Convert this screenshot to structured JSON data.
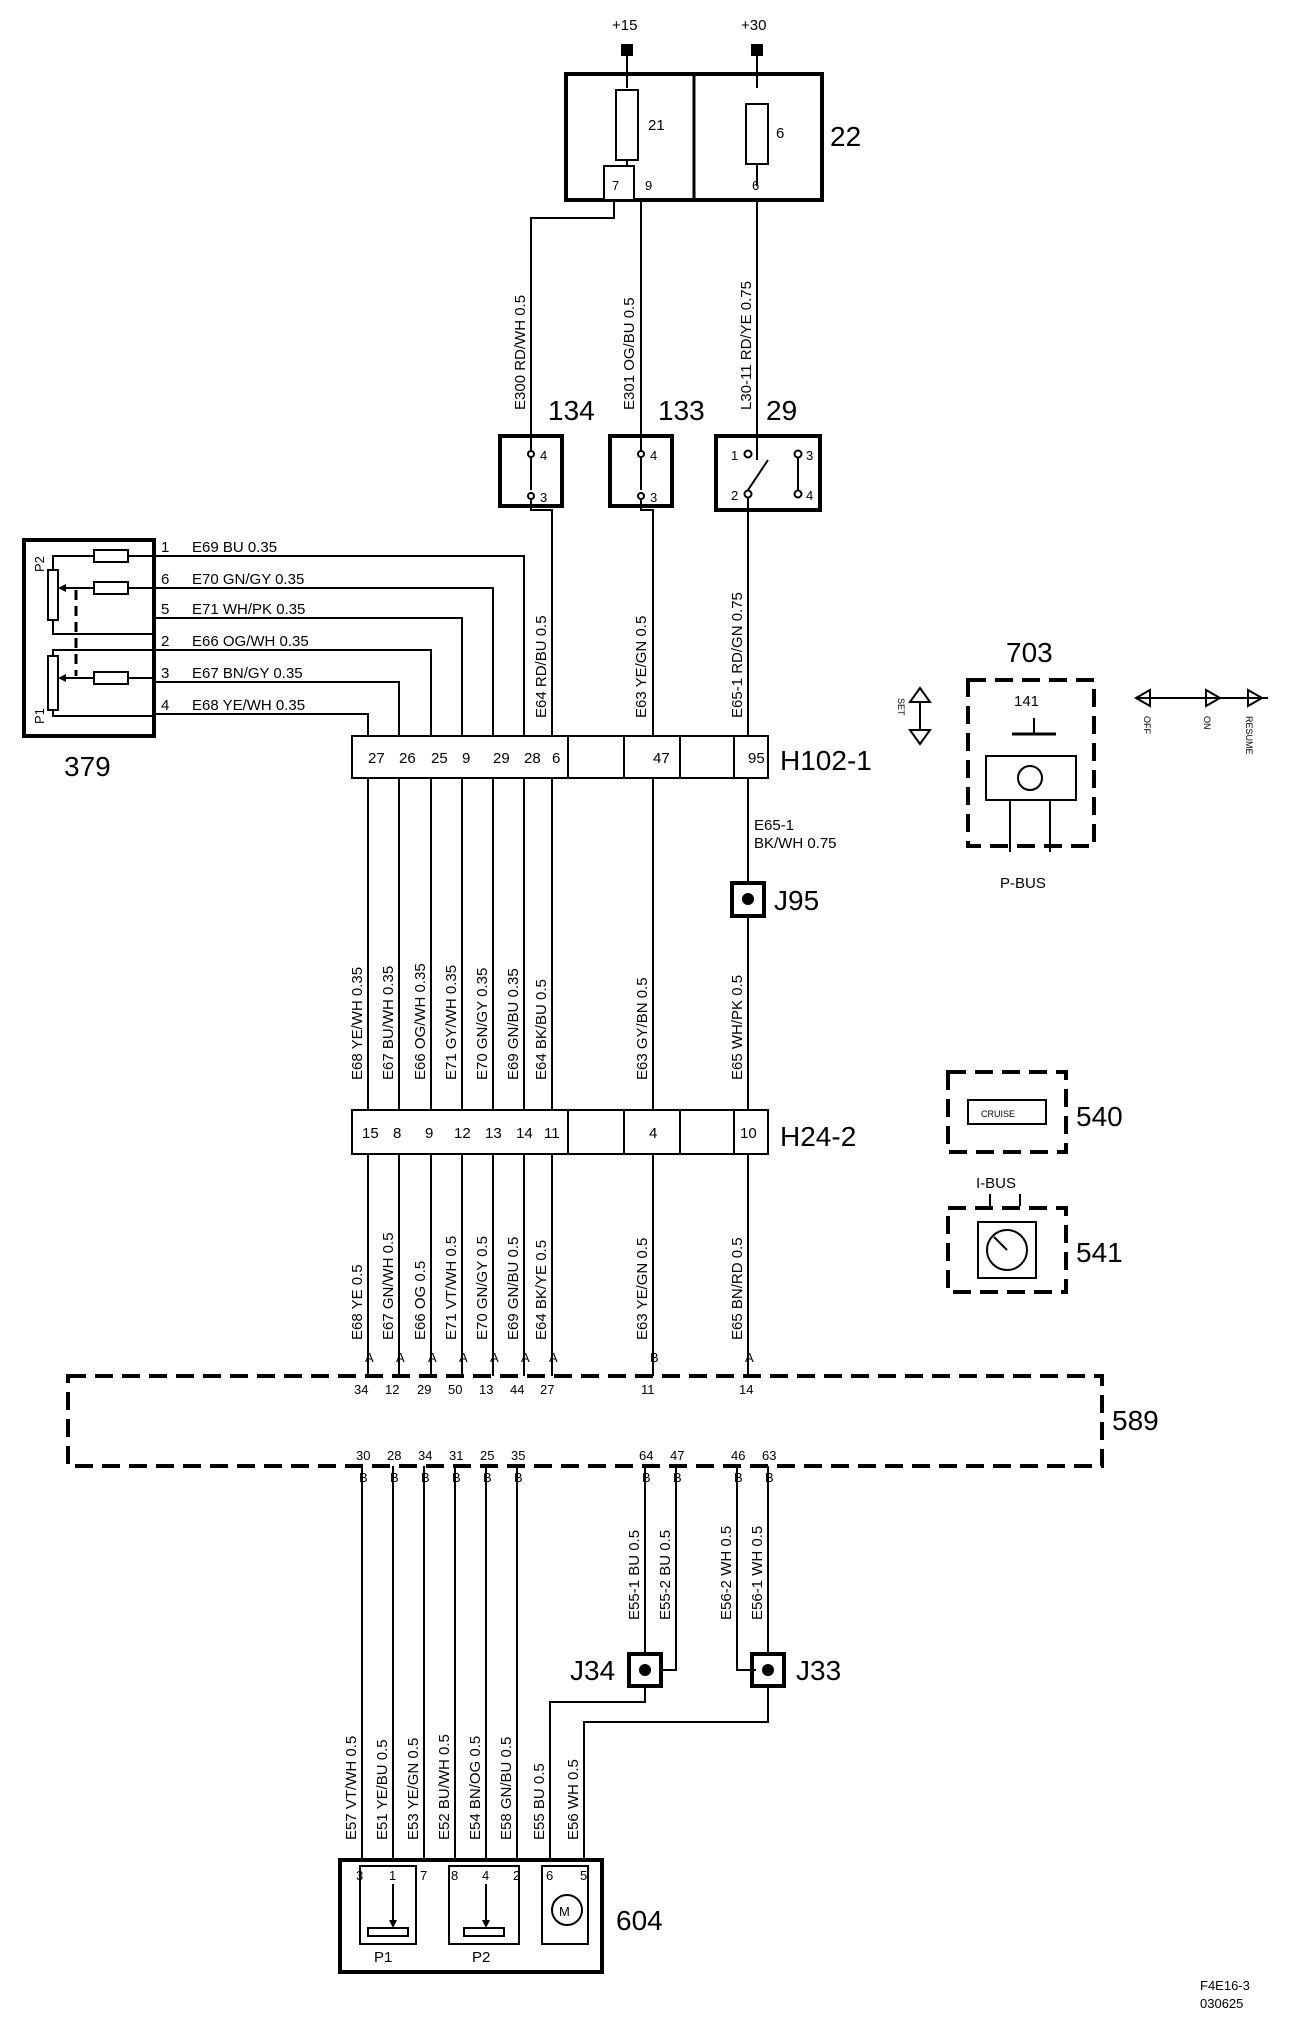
{
  "supply": {
    "p15": "+15",
    "p30": "+30"
  },
  "comp": {
    "c22": {
      "id": "22",
      "fuse21": "21",
      "fuse6": "6",
      "pin7": "7",
      "pin9": "9",
      "pin6": "6"
    },
    "c134": {
      "id": "134",
      "pin4": "4",
      "pin3": "3"
    },
    "c133": {
      "id": "133",
      "pin4": "4",
      "pin3": "3"
    },
    "c29": {
      "id": "29",
      "pin1": "1",
      "pin2": "2",
      "pin3": "3",
      "pin4": "4"
    },
    "c379": {
      "id": "379",
      "p1": "P1",
      "p2": "P2"
    },
    "c703": {
      "id": "703",
      "inner": "141",
      "bus": "P-BUS"
    },
    "c540": {
      "id": "540",
      "inner": "CRUISE",
      "bus": "I-BUS"
    },
    "c541": {
      "id": "541"
    },
    "c589": {
      "id": "589"
    },
    "c604": {
      "id": "604",
      "p1": "P1",
      "p2": "P2",
      "motor": "M",
      "pins": [
        "3",
        "1",
        "7",
        "8",
        "4",
        "2",
        "6",
        "5"
      ]
    }
  },
  "upper_wires": {
    "e300": "E300  RD/WH  0.5",
    "e301": "E301  OG/BU  0.5",
    "l30": "L30-11  RD/YE  0.75",
    "e64": "E64  RD/BU  0.5",
    "e63": "E63  YE/GN  0.5",
    "e651": "E65-1  RD/GN  0.75"
  },
  "sensor_wires": [
    {
      "pin": "1",
      "text": "E69   BU    0.35"
    },
    {
      "pin": "6",
      "text": "E70   GN/GY   0.35"
    },
    {
      "pin": "5",
      "text": "E71   WH/PK  0.35"
    },
    {
      "pin": "2",
      "text": "E66   OG/WH  0.35"
    },
    {
      "pin": "3",
      "text": "E67   BN/GY   0.35"
    },
    {
      "pin": "4",
      "text": "E68   YE/WH   0.35"
    }
  ],
  "h102": {
    "id": "H102-1",
    "pins": [
      "27",
      "26",
      "25",
      "9",
      "29",
      "28",
      "6",
      "47",
      "95"
    ]
  },
  "mid_wires": [
    "E68  YE/WH  0.35",
    "E67  BU/WH  0.35",
    "E66  OG/WH  0.35",
    "E71  GY/WH  0.35",
    "E70  GN/GY  0.35",
    "E69  GN/BU  0.35",
    "E64  BK/BU  0.5",
    "E63  GY/BN  0.5"
  ],
  "e651_bk": {
    "line1": "E65-1",
    "line2": "BK/WH  0.75"
  },
  "j95": {
    "id": "J95"
  },
  "e65_mid": "E65  WH/PK  0.5",
  "h24": {
    "id": "H24-2",
    "pins": [
      "15",
      "8",
      "9",
      "12",
      "13",
      "14",
      "11",
      "4",
      "10"
    ]
  },
  "low_wires": [
    "E68  YE  0.5",
    "E67  GN/WH  0.5",
    "E66  OG  0.5",
    "E71  VT/WH  0.5",
    "E70  GN/GY  0.5",
    "E69  GN/BU  0.5",
    "E64  BK/YE  0.5",
    "E63  YE/GN  0.5",
    "E65  BN/RD  0.5"
  ],
  "c589_top": {
    "letters": [
      "A",
      "A",
      "A",
      "A",
      "A",
      "A",
      "A",
      "B",
      "A"
    ],
    "pins": [
      "34",
      "12",
      "29",
      "50",
      "13",
      "44",
      "27",
      "11",
      "14"
    ]
  },
  "c589_bot": {
    "pins": [
      "30",
      "28",
      "34",
      "31",
      "25",
      "35",
      "64",
      "47",
      "46",
      "63"
    ],
    "letters": [
      "B",
      "B",
      "B",
      "B",
      "B",
      "B",
      "B",
      "B",
      "B",
      "B"
    ]
  },
  "j_wires": [
    "E55-1  BU  0.5",
    "E55-2  BU  0.5",
    "E56-2  WH  0.5",
    "E56-1  WH  0.5"
  ],
  "j34": {
    "id": "J34"
  },
  "j33": {
    "id": "J33"
  },
  "bottom_wires": [
    "E57  VT/WH  0.5",
    "E51  YE/BU  0.5",
    "E53  YE/GN  0.5",
    "E52  BU/WH  0.5",
    "E54  BN/OG  0.5",
    "E58  GN/BU  0.5",
    "E55  BU  0.5",
    "E56  WH  0.5"
  ],
  "buttons": {
    "set": "SET",
    "off": "OFF",
    "on": "ON",
    "resume": "RESUME"
  },
  "footer": {
    "code": "F4E16-3",
    "date": "030625"
  }
}
